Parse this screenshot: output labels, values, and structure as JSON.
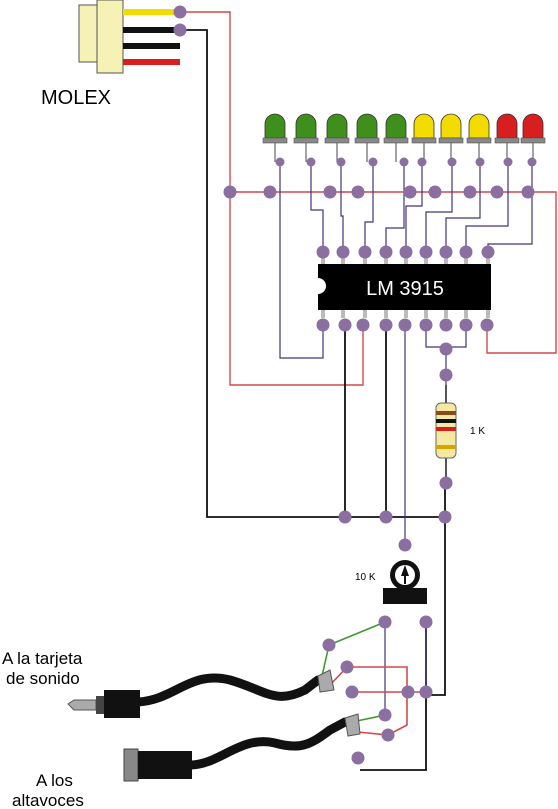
{
  "labels": {
    "molex": "MOLEX",
    "chip": "LM 3915",
    "resistor_value": "1 K",
    "pot_value": "10 K",
    "input_line1": "A la tarjeta",
    "input_line2": "de sonido",
    "output_line1": "A los",
    "output_line2": "altavoces"
  },
  "leds": [
    {
      "color": "#3f8f1c"
    },
    {
      "color": "#3f8f1c"
    },
    {
      "color": "#3f8f1c"
    },
    {
      "color": "#3f8f1c"
    },
    {
      "color": "#3f8f1c"
    },
    {
      "color": "#f2dc00"
    },
    {
      "color": "#f2dc00"
    },
    {
      "color": "#f2dc00"
    },
    {
      "color": "#d81e1e"
    },
    {
      "color": "#d81e1e"
    }
  ],
  "colors": {
    "wire_black": "#111111",
    "wire_red": "#d24a4a",
    "wire_blue": "#44337a",
    "wire_green": "#3c9a2a",
    "node": "#8a6fa0",
    "chip_body": "#000000",
    "chip_text": "#ffffff"
  },
  "icons": [
    "molex-connector-icon",
    "led-icon",
    "chip-icon",
    "resistor-icon",
    "potentiometer-icon",
    "audio-jack-icon",
    "audio-socket-icon"
  ]
}
